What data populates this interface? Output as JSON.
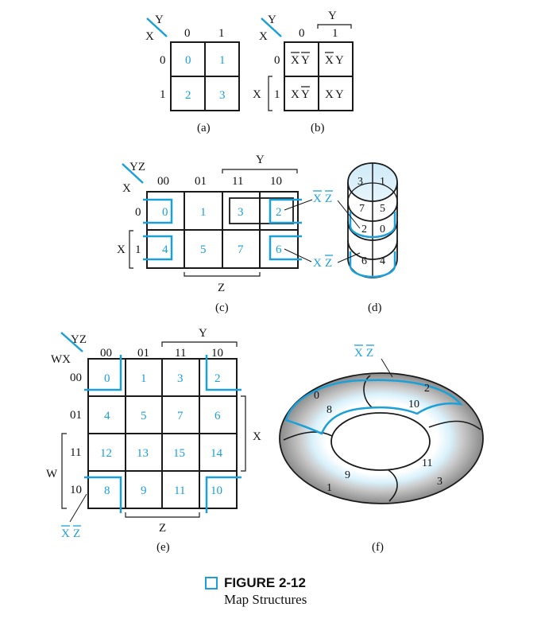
{
  "colors": {
    "accent": "#1ba0d8",
    "line": "#1a1a1a",
    "cell_text": "#1ba0d8"
  },
  "map_a": {
    "var_top": "Y",
    "var_left": "X",
    "col_headers": [
      "0",
      "1"
    ],
    "row_headers": [
      "0",
      "1"
    ],
    "cells": [
      "0",
      "1",
      "2",
      "3"
    ],
    "caption": "(a)"
  },
  "map_b": {
    "var_top": "Y",
    "var_left": "X",
    "col_bracket": "Y",
    "row_bracket": "X",
    "col_headers": [
      "0",
      "1"
    ],
    "row_headers": [
      "0",
      "1"
    ],
    "cells": [
      {
        "a": "X",
        "a_bar": true,
        "b": "Y",
        "b_bar": true
      },
      {
        "a": "X",
        "a_bar": true,
        "b": "Y",
        "b_bar": false
      },
      {
        "a": "X",
        "a_bar": false,
        "b": "Y",
        "b_bar": true
      },
      {
        "a": "X",
        "a_bar": false,
        "b": "Y",
        "b_bar": false
      }
    ],
    "caption": "(b)"
  },
  "map_c": {
    "var_top": "YZ",
    "var_left": "X",
    "col_bracket": "Y",
    "row_bracket": "X",
    "bottom_bracket": "Z",
    "col_headers": [
      "00",
      "01",
      "11",
      "10"
    ],
    "row_headers": [
      "0",
      "1"
    ],
    "cells": [
      "0",
      "1",
      "3",
      "2",
      "4",
      "5",
      "7",
      "6"
    ],
    "label_top": {
      "a": "X",
      "b": "Z"
    },
    "label_bottom": {
      "a": "X",
      "b": "Z"
    },
    "caption": "(c)"
  },
  "map_d": {
    "top_cells": [
      "3",
      "1"
    ],
    "ring1": [
      "7",
      "5"
    ],
    "ring2": [
      "2",
      "0"
    ],
    "ring3": [
      "6",
      "4"
    ],
    "caption": "(d)"
  },
  "map_e": {
    "var_top": "YZ",
    "var_left": "WX",
    "col_bracket": "Y",
    "row_bracket_right": "X",
    "row_bracket_left": "W",
    "bottom_bracket": "Z",
    "col_headers": [
      "00",
      "01",
      "11",
      "10"
    ],
    "row_headers": [
      "00",
      "01",
      "11",
      "10"
    ],
    "cells": [
      "0",
      "1",
      "3",
      "2",
      "4",
      "5",
      "7",
      "6",
      "12",
      "13",
      "15",
      "14",
      "8",
      "9",
      "11",
      "10"
    ],
    "label": {
      "a": "X",
      "b": "Z"
    },
    "caption": "(e)"
  },
  "map_f": {
    "label": {
      "a": "X",
      "b": "Z"
    },
    "numbers": [
      "0",
      "2",
      "8",
      "10",
      "1",
      "9",
      "11",
      "3"
    ],
    "caption": "(f)"
  },
  "figure": {
    "title": "FIGURE 2-12",
    "subtitle": "Map Structures"
  }
}
